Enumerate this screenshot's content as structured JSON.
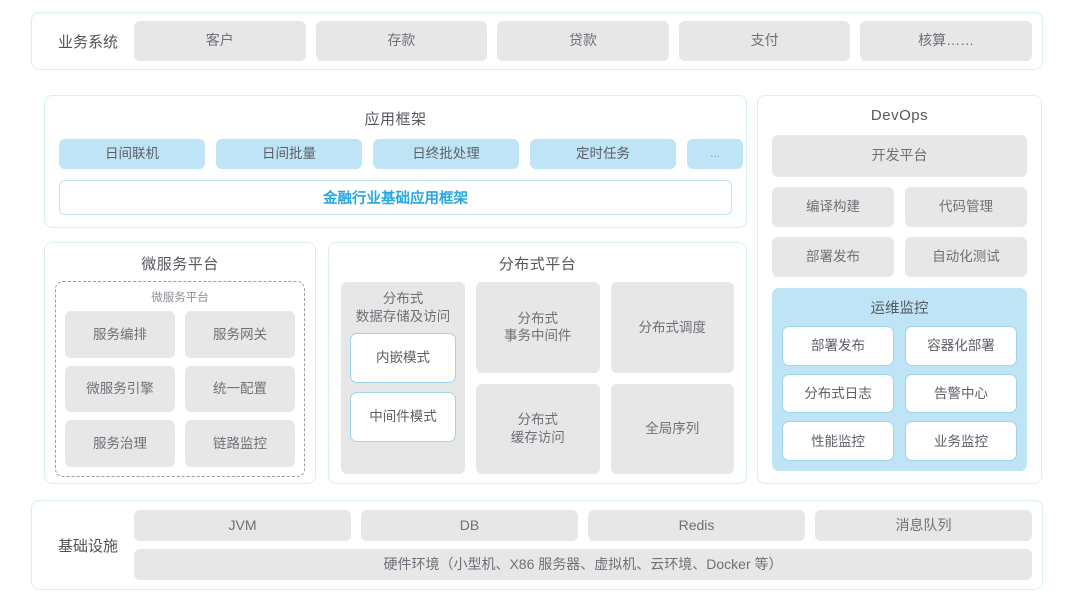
{
  "business_systems": {
    "label": "业务系统",
    "items": [
      "客户",
      "存款",
      "贷款",
      "支付",
      "核算……"
    ]
  },
  "app_framework": {
    "title": "应用框架",
    "items": [
      "日间联机",
      "日间批量",
      "日终批处理",
      "定时任务",
      "..."
    ],
    "banner": "金融行业基础应用框架",
    "banner_color": "#29a8e0"
  },
  "micro_platform": {
    "title": "微服务平台",
    "inner_title": "微服务平台",
    "items": [
      "服务编排",
      "服务网关",
      "微服务引擎",
      "统一配置",
      "服务治理",
      "链路监控"
    ]
  },
  "dist_platform": {
    "title": "分布式平台",
    "storage": {
      "title": "分布式\n数据存储及访问",
      "modes": [
        "内嵌模式",
        "中间件模式"
      ]
    },
    "items": [
      "分布式\n事务中间件",
      "分布式调度",
      "分布式\n缓存访问",
      "全局序列"
    ]
  },
  "devops": {
    "title": "DevOps",
    "platform": "开发平台",
    "pairs": [
      [
        "编译构建",
        "代码管理"
      ],
      [
        "部署发布",
        "自动化测试"
      ]
    ],
    "ops_monitor": {
      "title": "运维监控",
      "items": [
        "部署发布",
        "容器化部署",
        "分布式日志",
        "告警中心",
        "性能监控",
        "业务监控"
      ]
    }
  },
  "infrastructure": {
    "label": "基础设施",
    "items": [
      "JVM",
      "DB",
      "Redis",
      "消息队列"
    ],
    "hardware": "硬件环境（小型机、X86 服务器、虚拟机、云环境、Docker 等）"
  },
  "colors": {
    "panel_border": "#d9eef3",
    "chip_gray": "#e7e7e8",
    "chip_blue": "#bfe4f5",
    "accent": "#29a8e0",
    "text": "#6d7177"
  }
}
